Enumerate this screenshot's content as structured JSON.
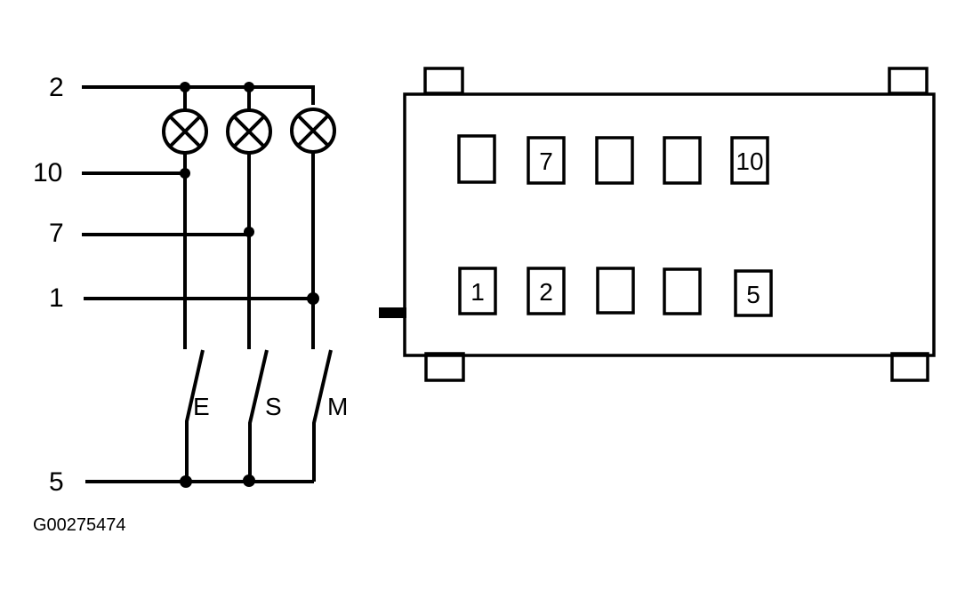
{
  "schematic": {
    "terminal_labels": {
      "t2": "2",
      "t10": "10",
      "t7": "7",
      "t1": "1",
      "t5": "5"
    },
    "lamps": [
      {
        "name": "lamp-e",
        "symbol": "indicator-lamp"
      },
      {
        "name": "lamp-s",
        "symbol": "indicator-lamp"
      },
      {
        "name": "lamp-m",
        "symbol": "indicator-lamp"
      }
    ],
    "switches": [
      {
        "label": "E"
      },
      {
        "label": "S"
      },
      {
        "label": "M"
      }
    ]
  },
  "connector": {
    "top_row": [
      "",
      "7",
      "",
      "",
      "10"
    ],
    "bottom_row": [
      "1",
      "2",
      "",
      "",
      "5"
    ]
  },
  "figure_id": "G00275474",
  "colors": {
    "line": "#000000",
    "background": "#ffffff"
  }
}
